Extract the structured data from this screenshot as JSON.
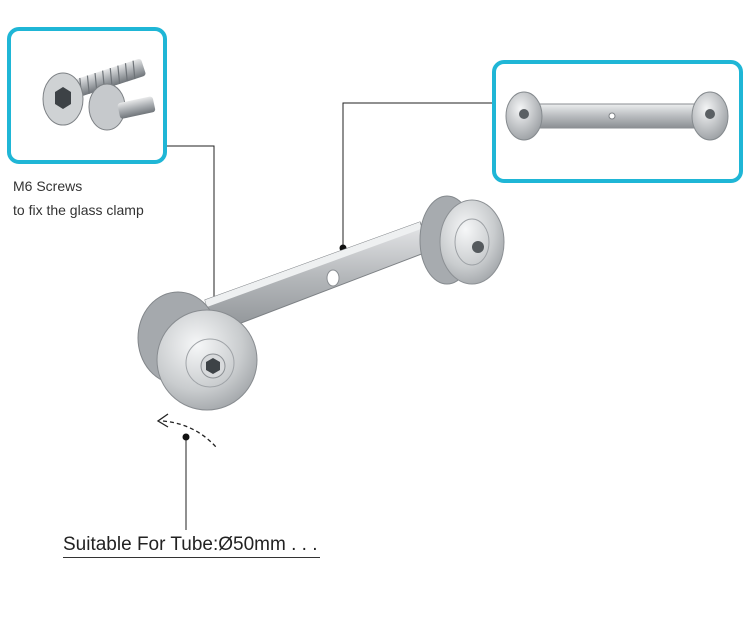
{
  "caption": {
    "line1": "M6 Screws",
    "line2": "to fix the glass clamp"
  },
  "tube_label": "Suitable For Tube:Ø50mm . . .",
  "colors": {
    "accent": "#1fb6d6",
    "steel": "#b7b9bc",
    "leader": "#222222"
  },
  "icons": [
    "screw-icon",
    "hex-socket-icon",
    "clamp-arm-icon",
    "rotation-arrow-icon"
  ]
}
